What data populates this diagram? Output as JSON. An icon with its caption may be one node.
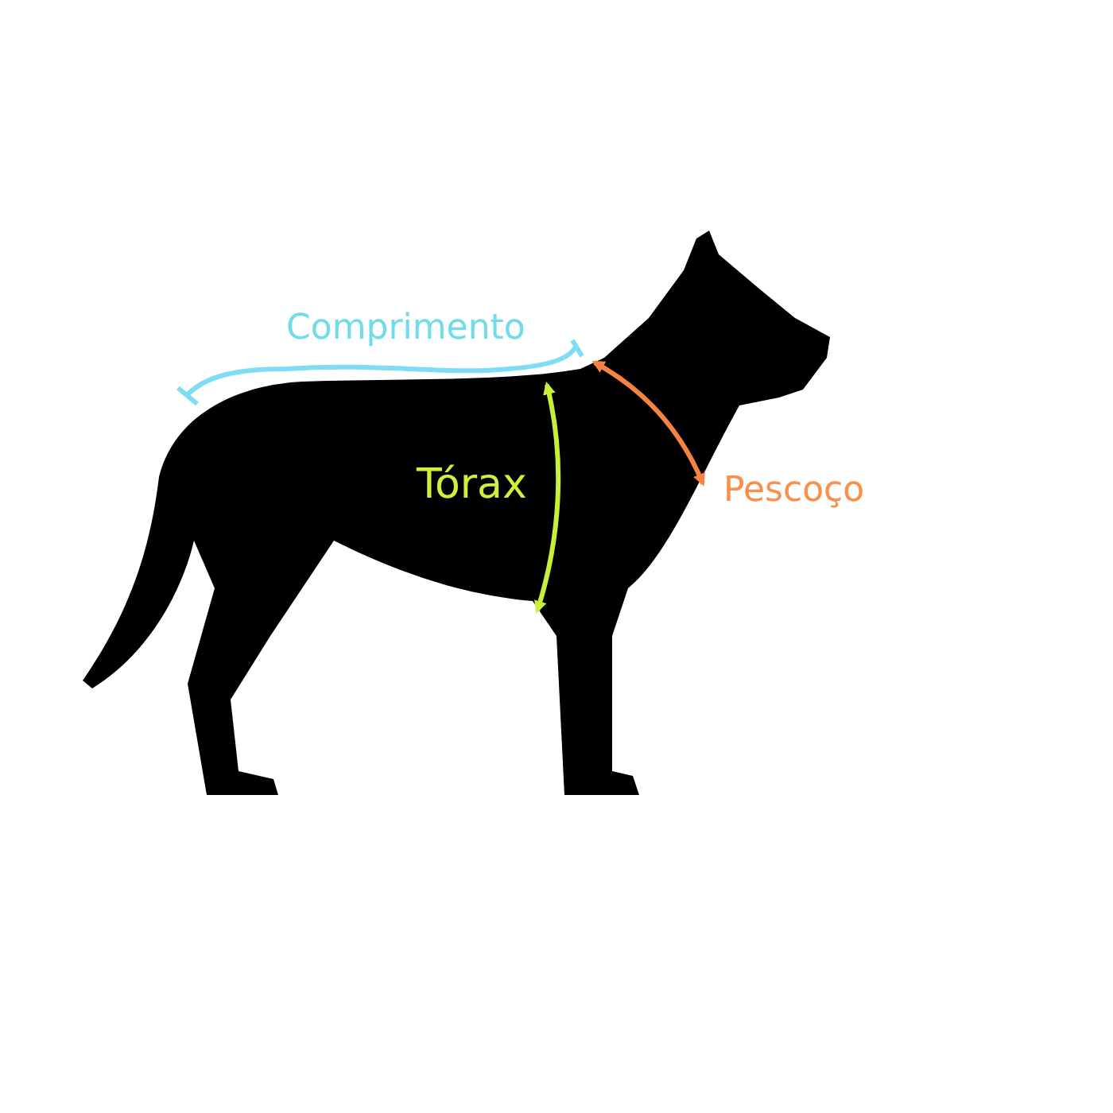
{
  "diagram": {
    "labels": [
      "Comprimento",
      "Tórax",
      "Pescoço"
    ]
  }
}
